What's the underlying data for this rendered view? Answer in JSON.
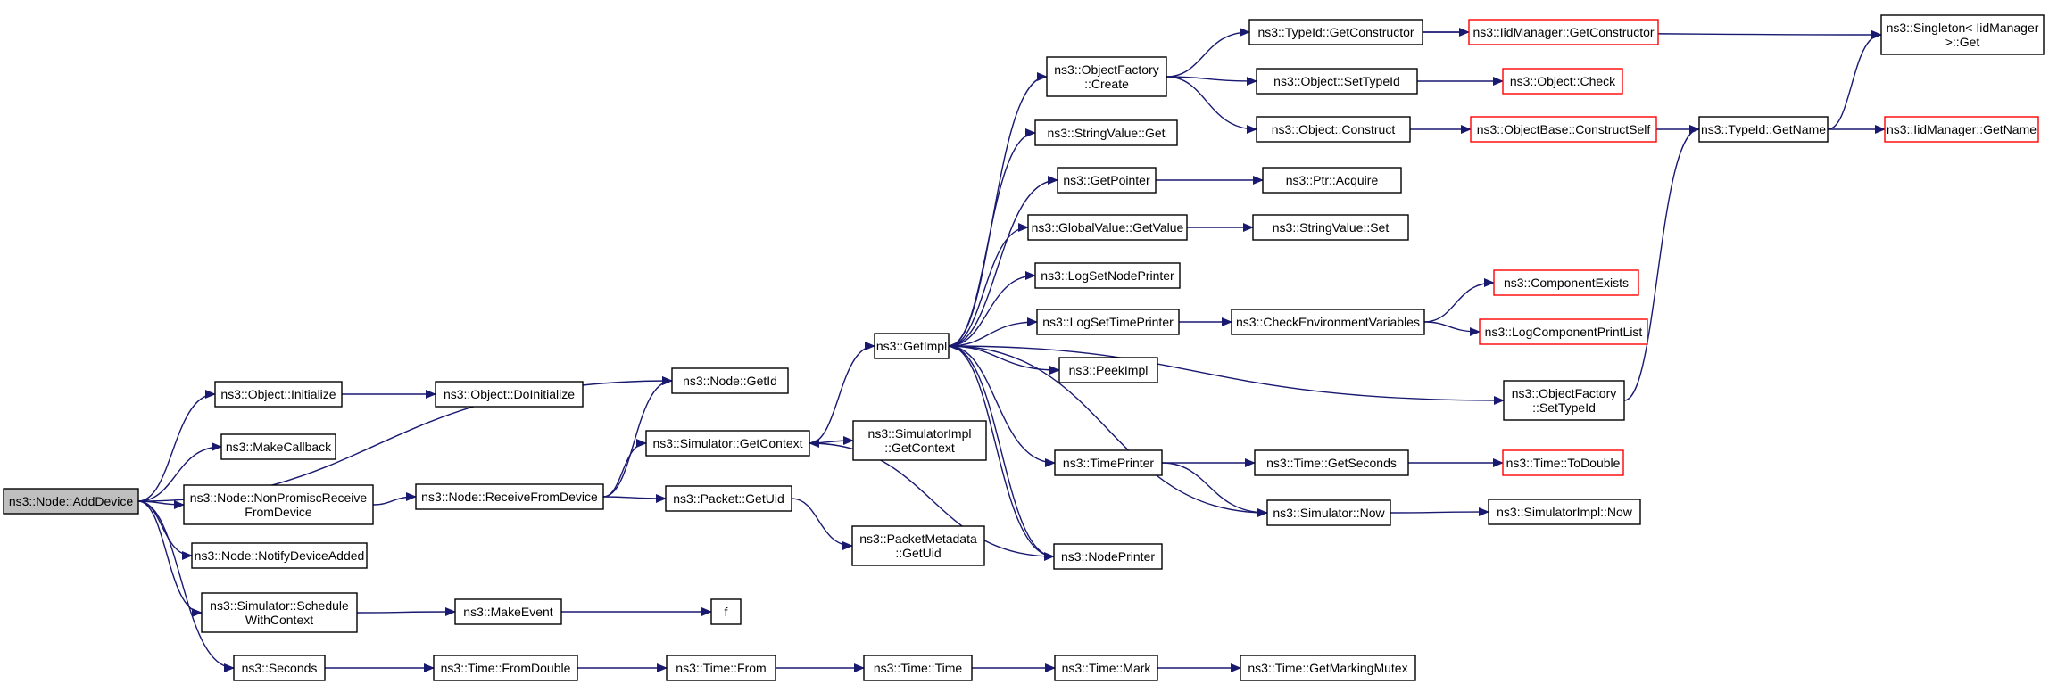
{
  "diagram": {
    "type": "call-graph",
    "colors": {
      "edge": "#191970",
      "start_fill": "#bfbfbf",
      "truncated_border": "#ff0000",
      "node_border": "#000000"
    },
    "nodes": [
      {
        "id": "n_adddevice",
        "lines": [
          "ns3::Node::AddDevice"
        ],
        "style": "start"
      },
      {
        "id": "n_initialize",
        "lines": [
          "ns3::Object::Initialize"
        ],
        "style": "normal"
      },
      {
        "id": "n_doinitialize",
        "lines": [
          "ns3::Object::DoInitialize"
        ],
        "style": "normal"
      },
      {
        "id": "n_makecallback",
        "lines": [
          "ns3::MakeCallback"
        ],
        "style": "normal"
      },
      {
        "id": "n_nonpromisc",
        "lines": [
          "ns3::Node::NonPromiscReceive",
          "FromDevice"
        ],
        "style": "normal"
      },
      {
        "id": "n_receivefromdevice",
        "lines": [
          "ns3::Node::ReceiveFromDevice"
        ],
        "style": "normal"
      },
      {
        "id": "n_notifydeviceadded",
        "lines": [
          "ns3::Node::NotifyDeviceAdded"
        ],
        "style": "normal"
      },
      {
        "id": "n_schedulewithcontext",
        "lines": [
          "ns3::Simulator::Schedule",
          "WithContext"
        ],
        "style": "normal"
      },
      {
        "id": "n_makeevent",
        "lines": [
          "ns3::MakeEvent"
        ],
        "style": "normal"
      },
      {
        "id": "n_f",
        "lines": [
          "f"
        ],
        "style": "normal"
      },
      {
        "id": "n_seconds",
        "lines": [
          "ns3::Seconds"
        ],
        "style": "normal"
      },
      {
        "id": "n_fromdouble",
        "lines": [
          "ns3::Time::FromDouble"
        ],
        "style": "normal"
      },
      {
        "id": "n_from",
        "lines": [
          "ns3::Time::From"
        ],
        "style": "normal"
      },
      {
        "id": "n_time",
        "lines": [
          "ns3::Time::Time"
        ],
        "style": "normal"
      },
      {
        "id": "n_mark",
        "lines": [
          "ns3::Time::Mark"
        ],
        "style": "normal"
      },
      {
        "id": "n_getmarkingmutex",
        "lines": [
          "ns3::Time::GetMarkingMutex"
        ],
        "style": "normal"
      },
      {
        "id": "n_getid",
        "lines": [
          "ns3::Node::GetId"
        ],
        "style": "normal"
      },
      {
        "id": "n_getcontext",
        "lines": [
          "ns3::Simulator::GetContext"
        ],
        "style": "normal"
      },
      {
        "id": "n_implgetcontext",
        "lines": [
          "ns3::SimulatorImpl",
          "::GetContext"
        ],
        "style": "normal"
      },
      {
        "id": "n_packetgetuid",
        "lines": [
          "ns3::Packet::GetUid"
        ],
        "style": "normal"
      },
      {
        "id": "n_metadatagetuid",
        "lines": [
          "ns3::PacketMetadata",
          "::GetUid"
        ],
        "style": "normal"
      },
      {
        "id": "n_getimpl",
        "lines": [
          "ns3::GetImpl"
        ],
        "style": "normal"
      },
      {
        "id": "n_ofcreate",
        "lines": [
          "ns3::ObjectFactory",
          "::Create"
        ],
        "style": "normal"
      },
      {
        "id": "n_stringvalueget",
        "lines": [
          "ns3::StringValue::Get"
        ],
        "style": "normal"
      },
      {
        "id": "n_getpointer",
        "lines": [
          "ns3::GetPointer"
        ],
        "style": "normal"
      },
      {
        "id": "n_globalvalue",
        "lines": [
          "ns3::GlobalValue::GetValue"
        ],
        "style": "normal"
      },
      {
        "id": "n_logsetnode",
        "lines": [
          "ns3::LogSetNodePrinter"
        ],
        "style": "normal"
      },
      {
        "id": "n_logsettime",
        "lines": [
          "ns3::LogSetTimePrinter"
        ],
        "style": "normal"
      },
      {
        "id": "n_peekimpl",
        "lines": [
          "ns3::PeekImpl"
        ],
        "style": "normal"
      },
      {
        "id": "n_timeprinter",
        "lines": [
          "ns3::TimePrinter"
        ],
        "style": "normal"
      },
      {
        "id": "n_nodeprinter",
        "lines": [
          "ns3::NodePrinter"
        ],
        "style": "normal"
      },
      {
        "id": "n_tidgetconstructor",
        "lines": [
          "ns3::TypeId::GetConstructor"
        ],
        "style": "normal"
      },
      {
        "id": "n_settypeid",
        "lines": [
          "ns3::Object::SetTypeId"
        ],
        "style": "normal"
      },
      {
        "id": "n_construct",
        "lines": [
          "ns3::Object::Construct"
        ],
        "style": "normal"
      },
      {
        "id": "n_ptracquire",
        "lines": [
          "ns3::Ptr::Acquire"
        ],
        "style": "normal"
      },
      {
        "id": "n_stringvalueset",
        "lines": [
          "ns3::StringValue::Set"
        ],
        "style": "normal"
      },
      {
        "id": "n_checkenv",
        "lines": [
          "ns3::CheckEnvironmentVariables"
        ],
        "style": "normal"
      },
      {
        "id": "n_getseconds",
        "lines": [
          "ns3::Time::GetSeconds"
        ],
        "style": "normal"
      },
      {
        "id": "n_simnow",
        "lines": [
          "ns3::Simulator::Now"
        ],
        "style": "normal"
      },
      {
        "id": "n_ofsettypeid",
        "lines": [
          "ns3::ObjectFactory",
          "::SetTypeId"
        ],
        "style": "normal"
      },
      {
        "id": "n_iidgetconstructor",
        "lines": [
          "ns3::IidManager::GetConstructor"
        ],
        "style": "red"
      },
      {
        "id": "n_objectcheck",
        "lines": [
          "ns3::Object::Check"
        ],
        "style": "red"
      },
      {
        "id": "n_constructself",
        "lines": [
          "ns3::ObjectBase::ConstructSelf"
        ],
        "style": "red"
      },
      {
        "id": "n_componentexists",
        "lines": [
          "ns3::ComponentExists"
        ],
        "style": "red"
      },
      {
        "id": "n_logcomponentprint",
        "lines": [
          "ns3::LogComponentPrintList"
        ],
        "style": "red"
      },
      {
        "id": "n_todouble",
        "lines": [
          "ns3::Time::ToDouble"
        ],
        "style": "red"
      },
      {
        "id": "n_implnow",
        "lines": [
          "ns3::SimulatorImpl::Now"
        ],
        "style": "normal"
      },
      {
        "id": "n_tidgetname",
        "lines": [
          "ns3::TypeId::GetName"
        ],
        "style": "normal"
      },
      {
        "id": "n_singleton",
        "lines": [
          "ns3::Singleton< IidManager",
          " >::Get"
        ],
        "style": "normal"
      },
      {
        "id": "n_iidgetname",
        "lines": [
          "ns3::IidManager::GetName"
        ],
        "style": "red"
      }
    ],
    "edges": [
      [
        "n_adddevice",
        "n_getid"
      ],
      [
        "n_adddevice",
        "n_initialize"
      ],
      [
        "n_adddevice",
        "n_makecallback"
      ],
      [
        "n_adddevice",
        "n_nonpromisc"
      ],
      [
        "n_adddevice",
        "n_notifydeviceadded"
      ],
      [
        "n_adddevice",
        "n_schedulewithcontext"
      ],
      [
        "n_adddevice",
        "n_seconds"
      ],
      [
        "n_initialize",
        "n_doinitialize"
      ],
      [
        "n_nonpromisc",
        "n_receivefromdevice"
      ],
      [
        "n_receivefromdevice",
        "n_getid"
      ],
      [
        "n_receivefromdevice",
        "n_getcontext"
      ],
      [
        "n_receivefromdevice",
        "n_packetgetuid"
      ],
      [
        "n_schedulewithcontext",
        "n_makeevent"
      ],
      [
        "n_makeevent",
        "n_f"
      ],
      [
        "n_seconds",
        "n_fromdouble"
      ],
      [
        "n_fromdouble",
        "n_from"
      ],
      [
        "n_from",
        "n_time"
      ],
      [
        "n_time",
        "n_mark"
      ],
      [
        "n_mark",
        "n_getmarkingmutex"
      ],
      [
        "n_getcontext",
        "n_getimpl"
      ],
      [
        "n_getcontext",
        "n_implgetcontext"
      ],
      [
        "n_packetgetuid",
        "n_metadatagetuid"
      ],
      [
        "n_getimpl",
        "n_ofcreate"
      ],
      [
        "n_getimpl",
        "n_stringvalueget"
      ],
      [
        "n_getimpl",
        "n_getpointer"
      ],
      [
        "n_getimpl",
        "n_globalvalue"
      ],
      [
        "n_getimpl",
        "n_logsetnode"
      ],
      [
        "n_getimpl",
        "n_logsettime"
      ],
      [
        "n_getimpl",
        "n_peekimpl"
      ],
      [
        "n_getimpl",
        "n_ofsettypeid"
      ],
      [
        "n_getimpl",
        "n_timeprinter"
      ],
      [
        "n_getimpl",
        "n_nodeprinter"
      ],
      [
        "n_ofcreate",
        "n_tidgetconstructor"
      ],
      [
        "n_ofcreate",
        "n_settypeid"
      ],
      [
        "n_ofcreate",
        "n_construct"
      ],
      [
        "n_tidgetconstructor",
        "n_iidgetconstructor"
      ],
      [
        "n_tidgetconstructor",
        "n_singleton"
      ],
      [
        "n_settypeid",
        "n_objectcheck"
      ],
      [
        "n_construct",
        "n_constructself"
      ],
      [
        "n_constructself",
        "n_tidgetname"
      ],
      [
        "n_tidgetname",
        "n_singleton"
      ],
      [
        "n_tidgetname",
        "n_iidgetname"
      ],
      [
        "n_getpointer",
        "n_ptracquire"
      ],
      [
        "n_globalvalue",
        "n_stringvalueset"
      ],
      [
        "n_logsettime",
        "n_checkenv"
      ],
      [
        "n_checkenv",
        "n_componentexists"
      ],
      [
        "n_checkenv",
        "n_logcomponentprint"
      ],
      [
        "n_ofsettypeid",
        "n_tidgetname"
      ],
      [
        "n_timeprinter",
        "n_getseconds"
      ],
      [
        "n_timeprinter",
        "n_simnow"
      ],
      [
        "n_getseconds",
        "n_todouble"
      ],
      [
        "n_simnow",
        "n_implnow"
      ],
      [
        "n_simnow",
        "n_getimpl"
      ],
      [
        "n_nodeprinter",
        "n_getcontext"
      ],
      [
        "n_nodeprinter",
        "n_getimpl"
      ]
    ]
  }
}
